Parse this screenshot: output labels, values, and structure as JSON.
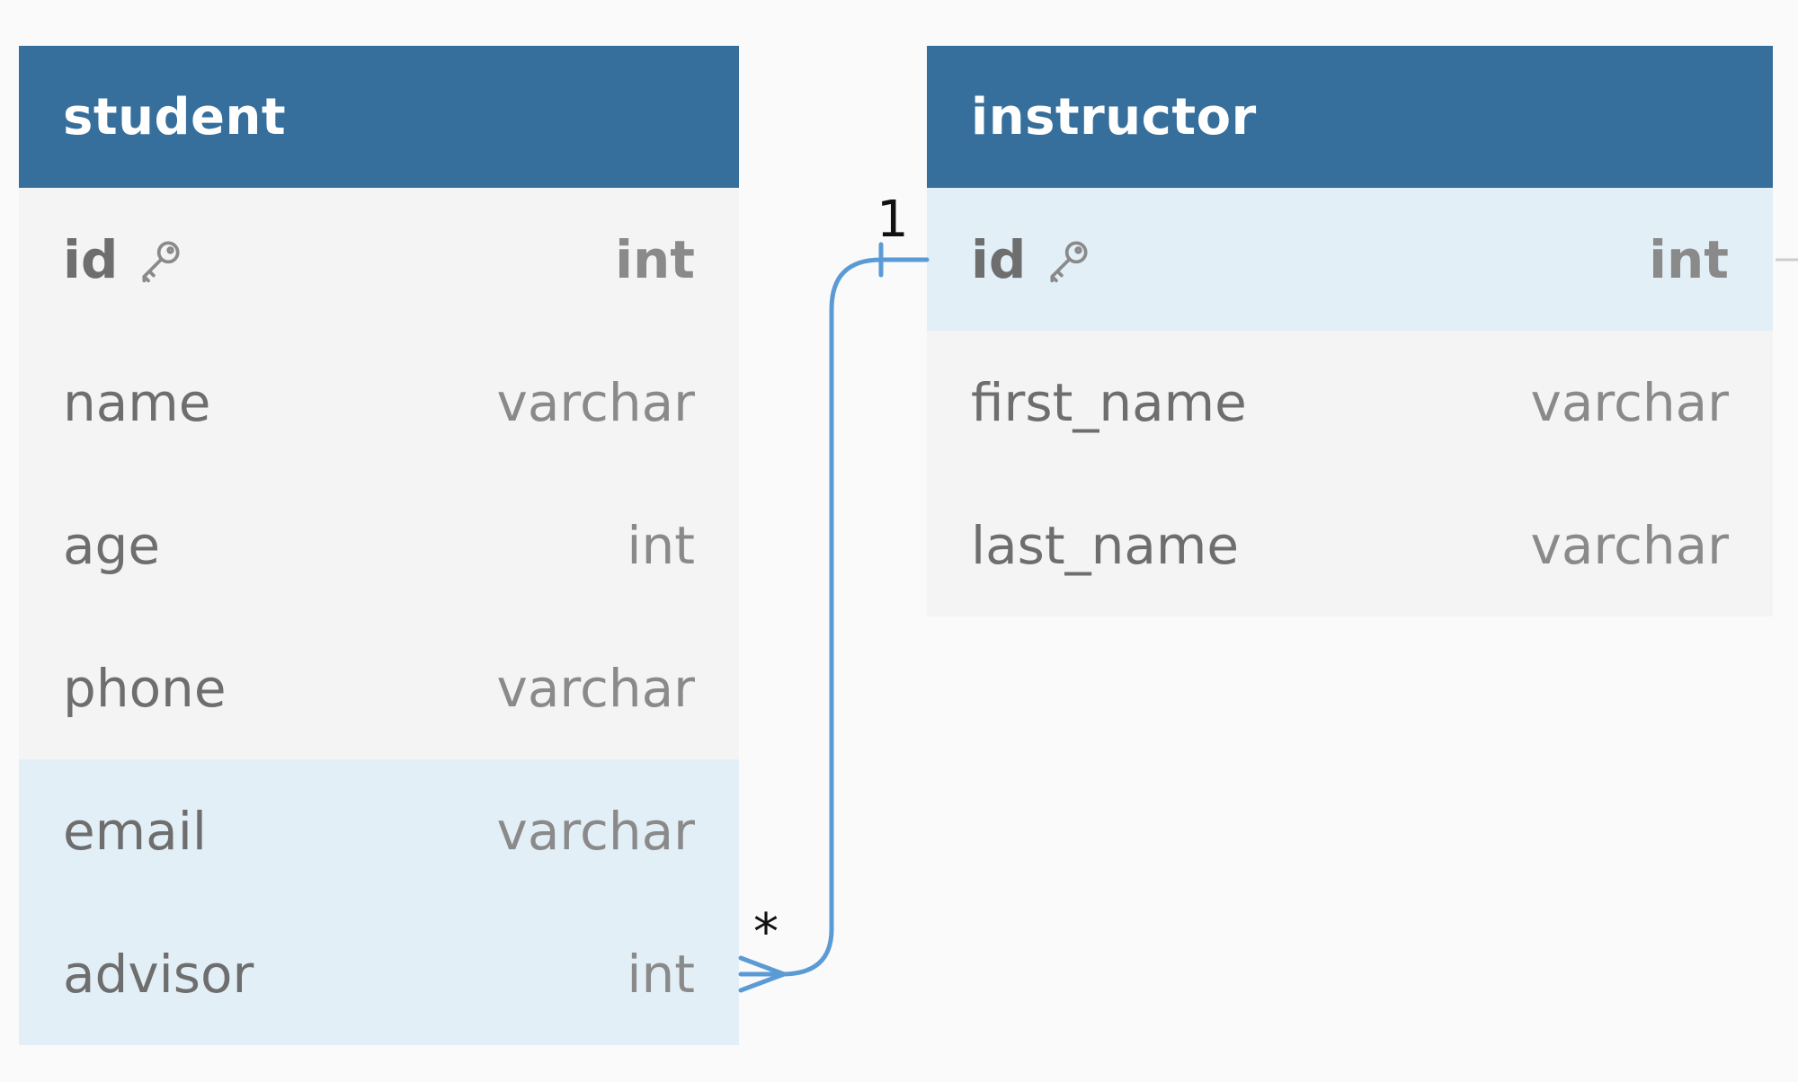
{
  "colors": {
    "header_bg": "#366f9c",
    "table_bg": "#f4f4f4",
    "highlight_bg": "#e3eff7",
    "relation_line": "#5b9bd5",
    "canvas_bg": "#fafafa"
  },
  "tables": {
    "student": {
      "name": "student",
      "columns": [
        {
          "name": "id",
          "type": "int",
          "primary_key": true,
          "highlighted": false
        },
        {
          "name": "name",
          "type": "varchar",
          "primary_key": false,
          "highlighted": false
        },
        {
          "name": "age",
          "type": "int",
          "primary_key": false,
          "highlighted": false
        },
        {
          "name": "phone",
          "type": "varchar",
          "primary_key": false,
          "highlighted": false
        },
        {
          "name": "email",
          "type": "varchar",
          "primary_key": false,
          "highlighted": true
        },
        {
          "name": "advisor",
          "type": "int",
          "primary_key": false,
          "highlighted": true
        }
      ]
    },
    "instructor": {
      "name": "instructor",
      "columns": [
        {
          "name": "id",
          "type": "int",
          "primary_key": true,
          "highlighted": true
        },
        {
          "name": "first_name",
          "type": "varchar",
          "primary_key": false,
          "highlighted": false
        },
        {
          "name": "last_name",
          "type": "varchar",
          "primary_key": false,
          "highlighted": false
        }
      ]
    }
  },
  "relationship": {
    "from": "student.advisor",
    "to": "instructor.id",
    "from_cardinality": "*",
    "to_cardinality": "1"
  },
  "icons": {
    "primary_key": "key-icon"
  }
}
